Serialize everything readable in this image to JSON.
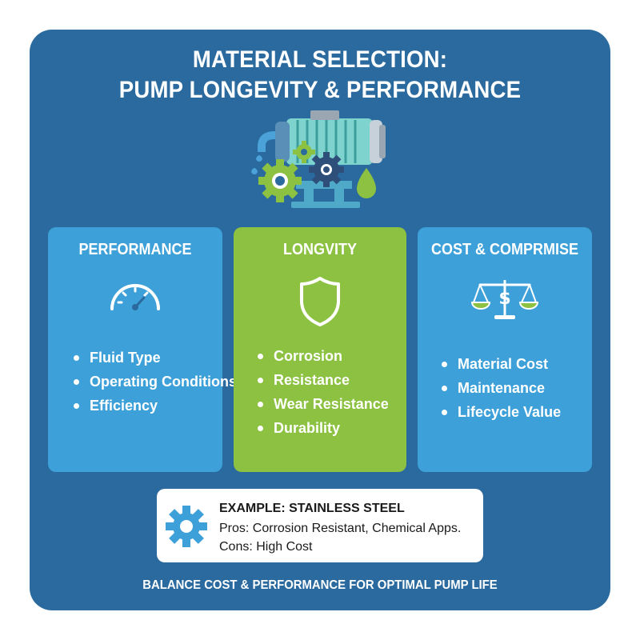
{
  "title": {
    "line1": "MATERIAL SELECTION:",
    "line2": "PUMP LONGEVITY & PERFORMANCE"
  },
  "cards": [
    {
      "heading": "PERFORMANCE",
      "icon": "speedometer-icon",
      "items": [
        "Fluid Type",
        "Operating Conditions",
        "Efficiency"
      ]
    },
    {
      "heading": "LONGVITY",
      "icon": "shield-icon",
      "items": [
        "Corrosion",
        "Resistance",
        "Wear Resistance",
        "Durability"
      ]
    },
    {
      "heading": "COST & COMPRMISE",
      "icon": "balance-scale-dollar-icon",
      "items": [
        "Material Cost",
        "Maintenance",
        "Lifecycle Value"
      ]
    }
  ],
  "example": {
    "icon": "gear-icon",
    "title": "EXAMPLE: STAINLESS STEEL",
    "pros": "Pros: Corrosion Resistant, Chemical Apps.",
    "cons": "Cons: High Cost"
  },
  "footer": "BALANCE COST & PERFORMANCE FOR OPTIMAL PUMP LIFE",
  "colors": {
    "panel": "#2a6a9e",
    "blue_card": "#3ea0d8",
    "green_card": "#8cc142",
    "white": "#ffffff"
  }
}
